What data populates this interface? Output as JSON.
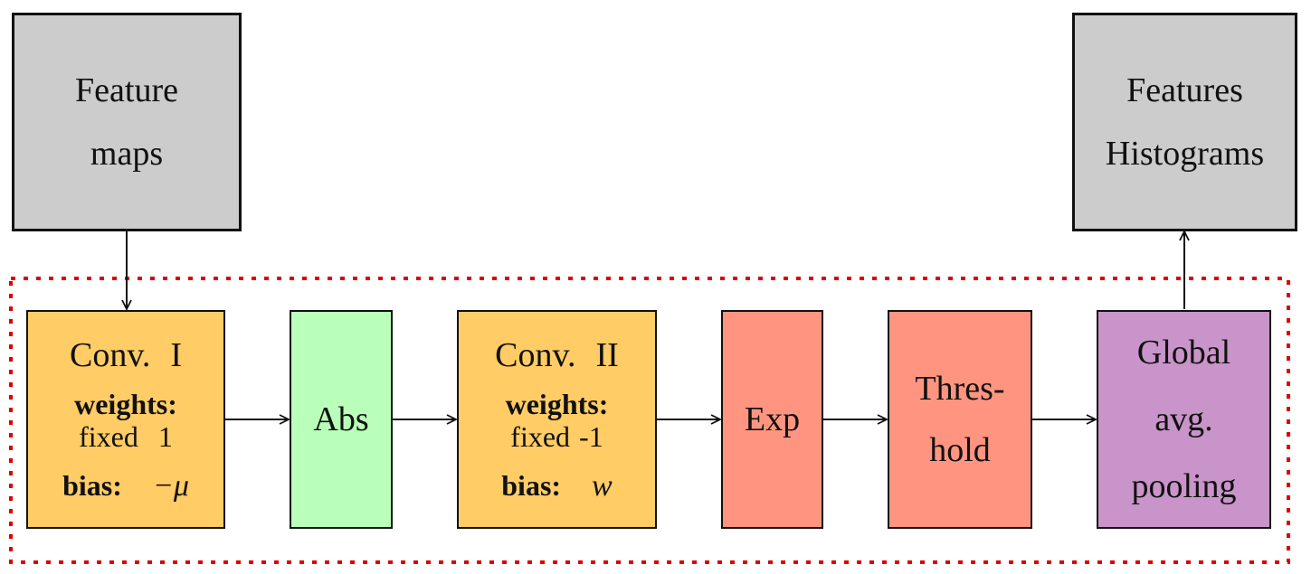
{
  "nodes": {
    "feature_maps": {
      "line1": "Feature",
      "line2": "maps"
    },
    "features_histograms": {
      "line1": "Features",
      "line2": "Histograms"
    },
    "conv1": {
      "name": "Conv.",
      "numeral": "I",
      "weights_label": "weights:",
      "weights_value_prefix": "fixed",
      "weights_value": "1",
      "bias_label": "bias:",
      "bias_value": "−μ"
    },
    "abs": {
      "label": "Abs"
    },
    "conv2": {
      "name": "Conv.",
      "numeral": "II",
      "weights_label": "weights:",
      "weights_value_prefix": "fixed",
      "weights_value": "-1",
      "bias_label": "bias:",
      "bias_value": "w"
    },
    "exp": {
      "label": "Exp"
    },
    "threshold": {
      "line1": "Thres-",
      "line2": "hold"
    },
    "global_pool": {
      "line1": "Global",
      "line2": "avg.",
      "line3": "pooling"
    }
  },
  "colors": {
    "gray": "#cccccc",
    "orange": "#ffcc66",
    "green": "#b9ffb9",
    "salmon": "#ff9580",
    "purple": "#c994c9",
    "dotted_border": "#dd0000"
  }
}
